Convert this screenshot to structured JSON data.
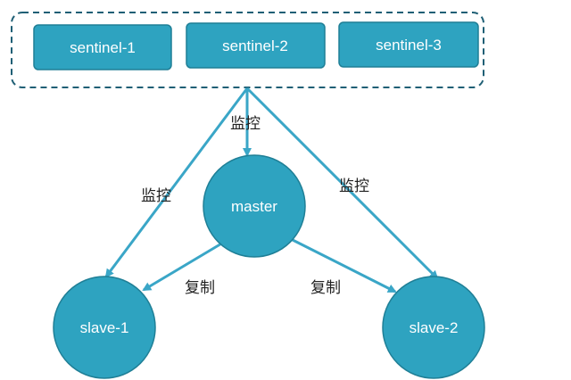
{
  "sentinels": [
    {
      "label": "sentinel-1"
    },
    {
      "label": "sentinel-2"
    },
    {
      "label": "sentinel-3"
    }
  ],
  "nodes": {
    "master": "master",
    "slave1": "slave-1",
    "slave2": "slave-2"
  },
  "edges": {
    "monitor_master": "监控",
    "monitor_slave1": "监控",
    "monitor_slave2": "监控",
    "replicate_slave1": "复制",
    "replicate_slave2": "复制"
  },
  "colors": {
    "node_fill": "#2ea3c0",
    "node_stroke": "#1f7f96",
    "edge": "#3aa6c7",
    "group_border": "#1f5f75"
  }
}
